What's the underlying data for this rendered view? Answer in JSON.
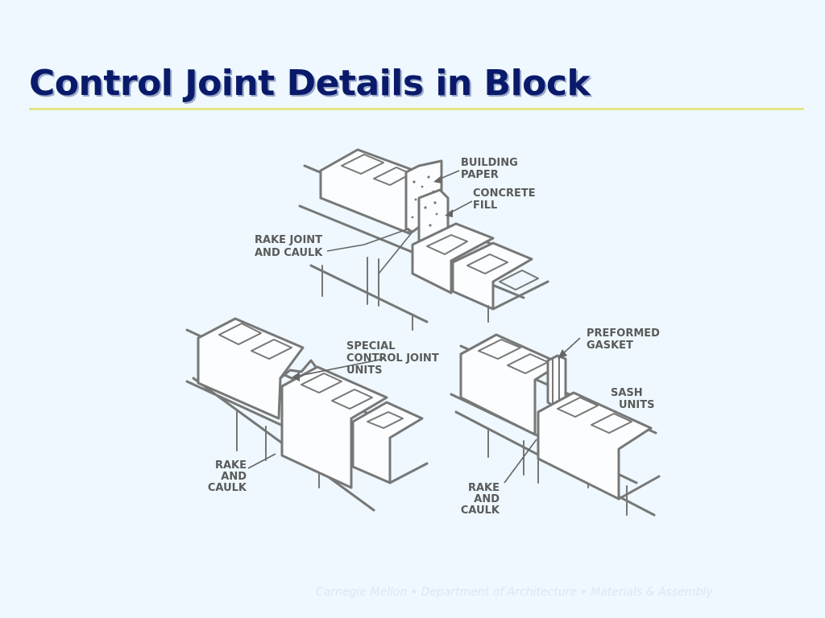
{
  "slide": {
    "title": "Control Joint Details in Block",
    "footer": "Carnegie Mellon • Department of Architecture • Materials & Assembly"
  },
  "diagram": {
    "labels": {
      "building_paper": [
        "BUILDING",
        "PAPER"
      ],
      "concrete_fill": [
        "CONCRETE",
        "FILL"
      ],
      "rake_joint_top": [
        "RAKE JOINT",
        "AND CAULK"
      ],
      "special_units": [
        "SPECIAL",
        "CONTROL JOINT",
        "UNITS"
      ],
      "preformed_gasket": [
        "PREFORMED",
        "GASKET"
      ],
      "sash_units": [
        "SASH",
        "UNITS"
      ],
      "rake_left": [
        "RAKE",
        "AND",
        "CAULK"
      ],
      "rake_right": [
        "RAKE",
        "AND",
        "CAULK"
      ]
    }
  }
}
